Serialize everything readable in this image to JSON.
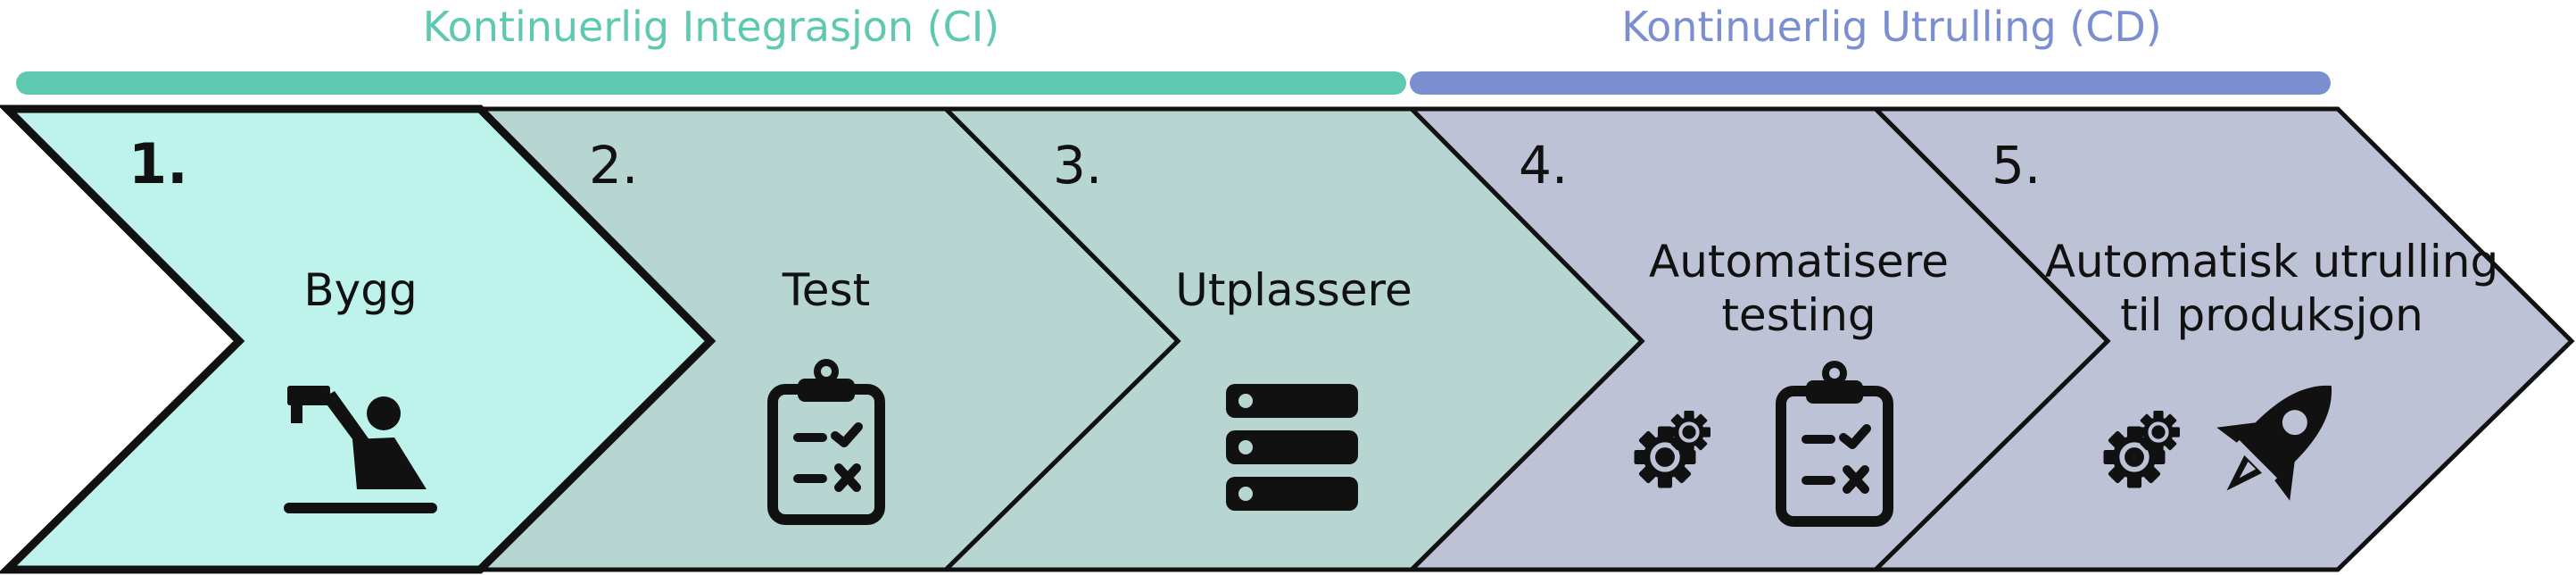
{
  "colors": {
    "ci_accent": "#5fc8b0",
    "cd_accent": "#7b8fd0",
    "step_active_fill": "#bdf3ea",
    "step_ci_fill": "#b8d6d1",
    "step_cd_fill": "#bec2d6",
    "outline": "#111111"
  },
  "phases": [
    {
      "label": "Kontinuerlig Integrasjon (CI)",
      "color": "#5fc8b0"
    },
    {
      "label": "Kontinuerlig Utrulling (CD)",
      "color": "#7b8fd0"
    }
  ],
  "steps": [
    {
      "number": "1.",
      "lines": [
        "Bygg"
      ],
      "icon": "builder-hammer-icon",
      "active": true
    },
    {
      "number": "2.",
      "lines": [
        "Test"
      ],
      "icon": "clipboard-checklist-icon",
      "active": false
    },
    {
      "number": "3.",
      "lines": [
        "Utplassere"
      ],
      "icon": "server-stack-icon",
      "active": false
    },
    {
      "number": "4.",
      "lines": [
        "Automatisere",
        "testing"
      ],
      "icon": "gears-clipboard-icon",
      "active": false
    },
    {
      "number": "5.",
      "lines": [
        "Automatisk utrulling",
        "til produksjon"
      ],
      "icon": "gears-rocket-icon",
      "active": false
    }
  ]
}
